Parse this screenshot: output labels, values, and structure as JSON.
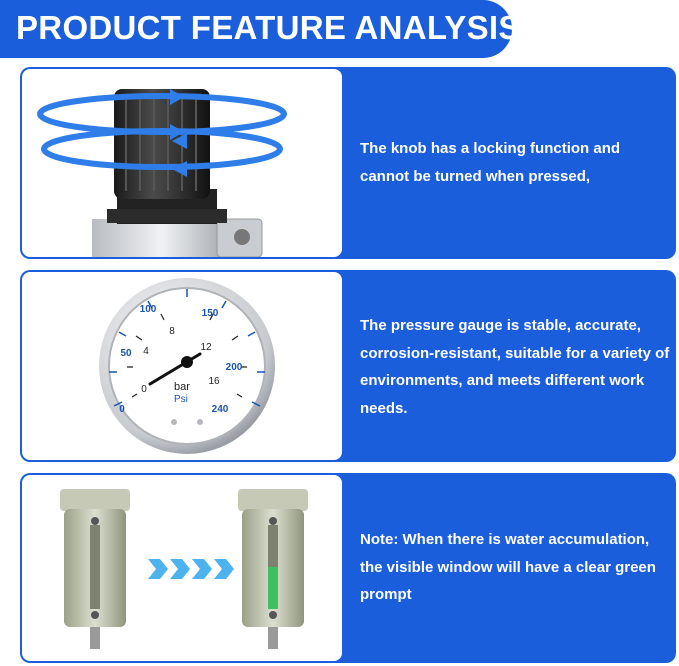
{
  "header": {
    "title": "PRODUCT FEATURE ANALYSIS"
  },
  "panels": [
    {
      "text": "The knob has a locking function and cannot be turned when pressed,"
    },
    {
      "text": "The pressure gauge is stable, accurate, corrosion-resistant, suitable for a variety of environments, and meets different work needs."
    },
    {
      "text": "Note: When there is water accumulation, the visible window will have a clear green prompt"
    }
  ],
  "gauge": {
    "psi_ticks": [
      "0",
      "50",
      "100",
      "150",
      "200",
      "240"
    ],
    "bar_ticks": [
      "0",
      "4",
      "8",
      "12",
      "16"
    ],
    "unit_bar": "bar",
    "unit_psi": "Psi"
  },
  "colors": {
    "brand_blue": "#1b5edc",
    "arrow_blue": "#2e7de8",
    "green_indicator": "#3cc060"
  }
}
